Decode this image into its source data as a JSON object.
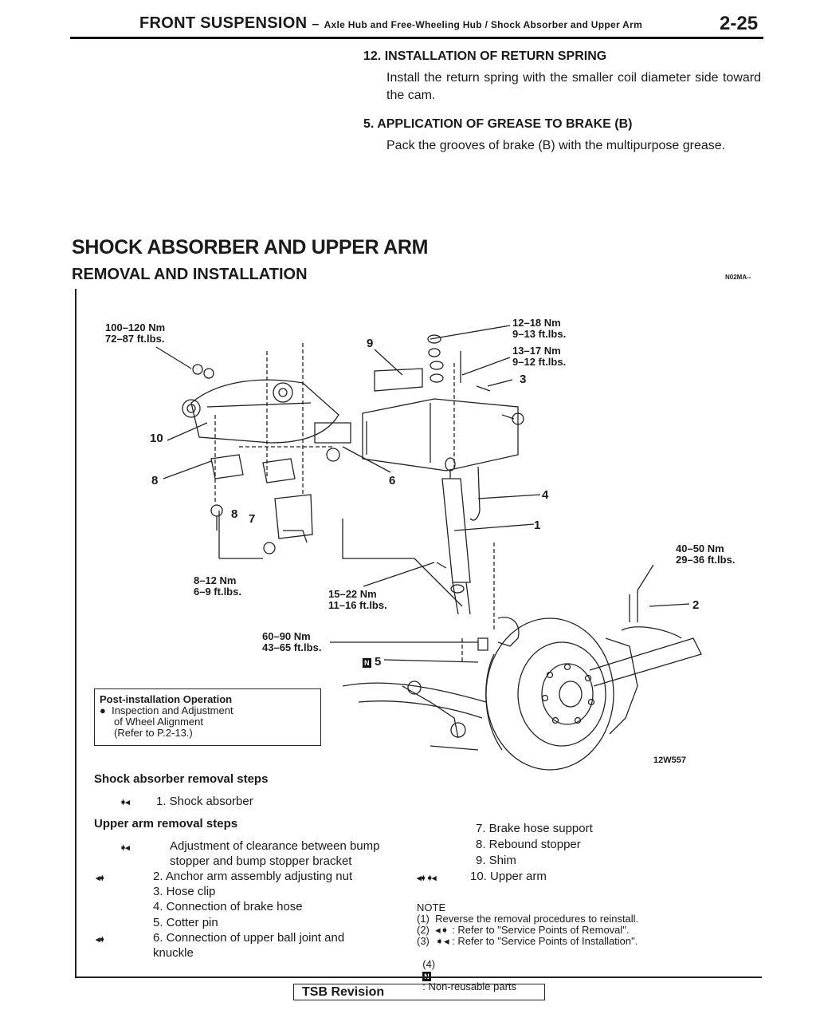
{
  "header": {
    "chapter": "FRONT SUSPENSION",
    "dash": "–",
    "subtitle": "Axle Hub and Free-Wheeling Hub / Shock Absorber and Upper Arm",
    "page": "2-25"
  },
  "service_points": [
    {
      "title": "12. INSTALLATION OF RETURN SPRING",
      "body": "Install the return spring with the smaller coil diameter side toward the cam."
    },
    {
      "title": "5. APPLICATION OF GREASE TO BRAKE (B)",
      "body": "Pack the grooves of brake (B) with the multipurpose grease."
    }
  ],
  "section": {
    "title": "SHOCK ABSORBER AND UPPER ARM",
    "subtitle": "REMOVAL AND INSTALLATION",
    "code": "N02MA--"
  },
  "diagram": {
    "figure_code": "12W557",
    "torques": {
      "t1": "100–120 Nm\n72–87 ft.lbs.",
      "t2": "12–18 Nm\n9–13 ft.lbs.",
      "t3": "13–17 Nm\n9–12 ft.lbs.",
      "t4": "40–50 Nm\n29–36 ft.lbs.",
      "t5": "8–12 Nm\n6–9 ft.lbs.",
      "t6": "15–22 Nm\n11–16 ft.lbs.",
      "t7": "60–90 Nm\n43–65 ft.lbs."
    },
    "callouts": {
      "c1": "1",
      "c2": "2",
      "c3": "3",
      "c4": "4",
      "c5": "5",
      "c6": "6",
      "c7": "7",
      "c8a": "8",
      "c8b": "8",
      "c9": "9",
      "c10": "10"
    },
    "n_mark": "N",
    "post_install": {
      "title": "Post-installation Operation",
      "bullet": "●",
      "line1": "Inspection and Adjustment",
      "line2": "of Wheel Alignment",
      "line3": "(Refer to P.2-13.)"
    }
  },
  "steps": {
    "shock_heading": "Shock absorber removal steps",
    "shock_items": [
      {
        "mark": "➧◂",
        "text": "1. Shock absorber"
      }
    ],
    "upper_heading": "Upper arm removal steps",
    "upper_items": [
      {
        "mark": "➧◂",
        "text": "Adjustment of clearance between bump\nstopper and bump stopper bracket"
      },
      {
        "mark": "◂➧",
        "text": "2. Anchor arm assembly adjusting nut"
      },
      {
        "mark": "",
        "text": "3. Hose clip"
      },
      {
        "mark": "",
        "text": "4. Connection of brake hose"
      },
      {
        "mark": "",
        "text": "5. Cotter pin"
      },
      {
        "mark": "◂➧",
        "text": "6. Connection of upper ball joint and\nknuckle"
      }
    ],
    "right_items": [
      {
        "mark": "",
        "text": "7. Brake hose support"
      },
      {
        "mark": "",
        "text": "8. Rebound stopper"
      },
      {
        "mark": "",
        "text": "9. Shim"
      },
      {
        "mark": "◂➧ ➧◂",
        "text": "10. Upper arm"
      }
    ]
  },
  "note": {
    "title": "NOTE",
    "n1": "(1)  Reverse the removal procedures to reinstall.",
    "n2": "(2)  ◂➧ : Refer to \"Service Points of Removal\".",
    "n3": "(3)  ➧◂ : Refer to \"Service Points of Installation\".",
    "n4_prefix": "(4)",
    "n4_mark": "N",
    "n4_text": ": Non-reusable parts"
  },
  "footer": {
    "tsb": "TSB Revision"
  }
}
